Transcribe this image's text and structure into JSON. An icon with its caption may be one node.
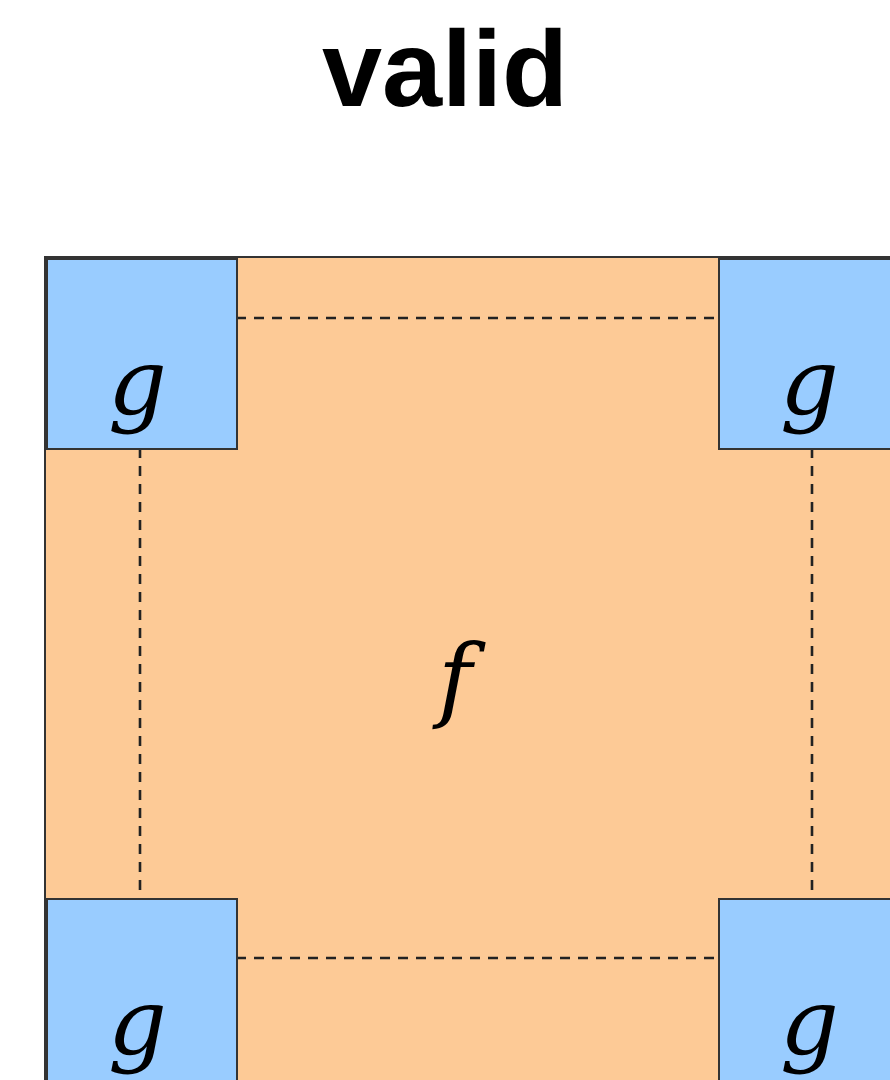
{
  "diagram": {
    "title": "valid",
    "nodes": [
      {
        "text": [
          "f"
        ]
      },
      {
        "text": [
          "g"
        ],
        "in": 0
      },
      {
        "text": [
          "g"
        ],
        "in": 0
      },
      {
        "text": [
          "g"
        ],
        "in": 0
      },
      {
        "text": [
          "g"
        ],
        "in": 0
      }
    ],
    "edges": [
      {
        "from": 1,
        "to": 2,
        "arrow": "none",
        "style": "dashed"
      },
      {
        "from": 1,
        "to": 3,
        "arrow": "none",
        "style": "dashed"
      },
      {
        "from": 2,
        "to": 4,
        "arrow": "none",
        "style": "dashed"
      },
      {
        "from": 3,
        "to": 4,
        "arrow": "none",
        "style": "dashed"
      }
    ]
  }
}
